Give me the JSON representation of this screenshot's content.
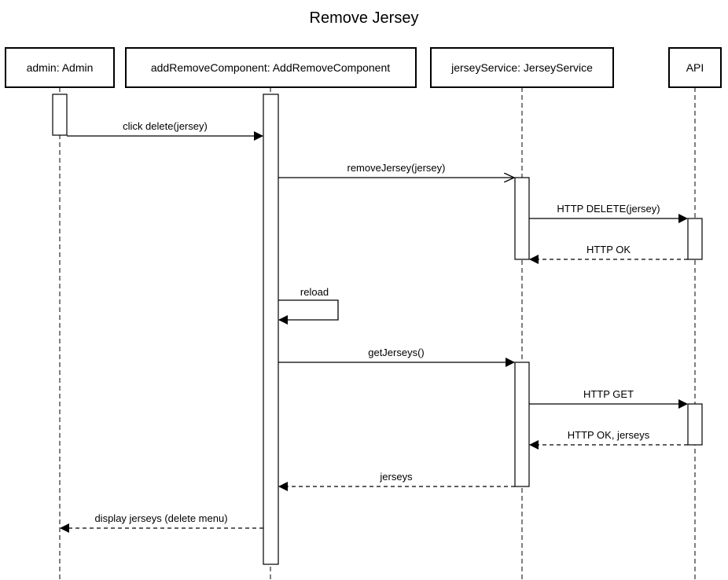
{
  "diagram": {
    "title": "Remove Jersey",
    "participants": [
      {
        "id": "admin",
        "label": "admin: Admin"
      },
      {
        "id": "arc",
        "label": "addRemoveComponent: AddRemoveComponent"
      },
      {
        "id": "js",
        "label": "jerseyService: JerseyService"
      },
      {
        "id": "api",
        "label": "API"
      }
    ],
    "messages": [
      {
        "from": "admin",
        "to": "arc",
        "label": "click delete(jersey)",
        "style": "solid",
        "arrow": "filled"
      },
      {
        "from": "arc",
        "to": "js",
        "label": "removeJersey(jersey)",
        "style": "solid",
        "arrow": "open"
      },
      {
        "from": "js",
        "to": "api",
        "label": "HTTP DELETE(jersey)",
        "style": "solid",
        "arrow": "filled"
      },
      {
        "from": "api",
        "to": "js",
        "label": "HTTP OK",
        "style": "dashed",
        "arrow": "filled"
      },
      {
        "from": "arc",
        "to": "arc",
        "label": "reload",
        "style": "solid",
        "arrow": "filled"
      },
      {
        "from": "arc",
        "to": "js",
        "label": "getJerseys()",
        "style": "solid",
        "arrow": "filled"
      },
      {
        "from": "js",
        "to": "api",
        "label": "HTTP GET",
        "style": "solid",
        "arrow": "filled"
      },
      {
        "from": "api",
        "to": "js",
        "label": "HTTP OK, jerseys",
        "style": "dashed",
        "arrow": "filled"
      },
      {
        "from": "js",
        "to": "arc",
        "label": "jerseys",
        "style": "dashed",
        "arrow": "filled"
      },
      {
        "from": "arc",
        "to": "admin",
        "label": "display jerseys (delete menu)",
        "style": "dashed",
        "arrow": "filled"
      }
    ]
  }
}
